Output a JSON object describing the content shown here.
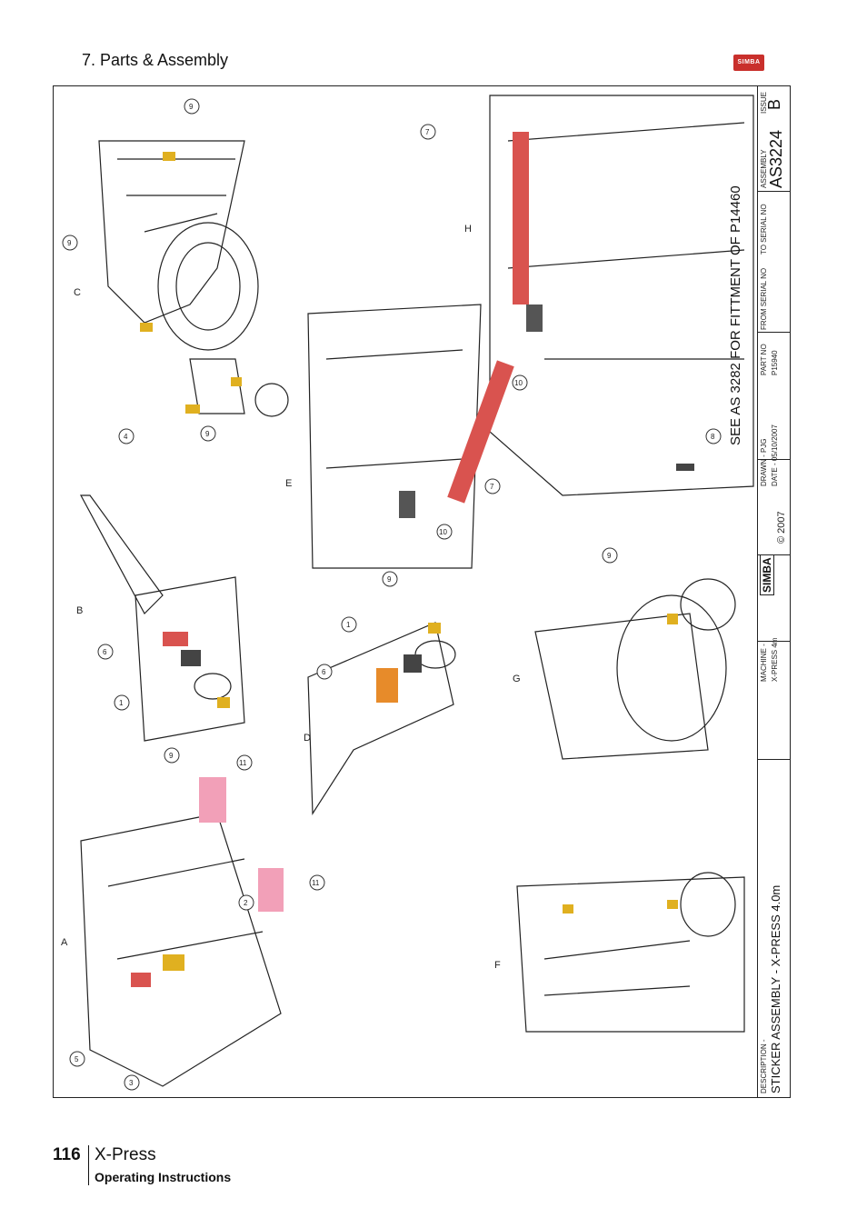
{
  "header": {
    "section_title": "7. Parts & Assembly",
    "logo_text": "SIMBA"
  },
  "drawing": {
    "view_labels": [
      "A",
      "B",
      "C",
      "D",
      "E",
      "F",
      "G",
      "H"
    ],
    "callouts": [
      "9",
      "9",
      "4",
      "9",
      "6",
      "1",
      "9",
      "11",
      "11",
      "2",
      "5",
      "3",
      "1",
      "6",
      "9",
      "10",
      "7",
      "7",
      "10",
      "8",
      "9"
    ]
  },
  "title_block": {
    "issue_label": "ISSUE",
    "issue": "B",
    "assembly_label": "ASSEMBLY",
    "assembly": "AS3224",
    "note": "SEE AS 3282 FOR FITTMENT OF P14460",
    "to_serial_label": "TO SERIAL NO",
    "from_serial_label": "FROM SERIAL NO",
    "part_no_label": "PART NO",
    "part_no": "P15940",
    "drawn_label": "DRAWN - PJG",
    "date_label": "DATE - 05/10/2007",
    "copyright": "© 2007",
    "simba": "SIMBA",
    "machine_label": "MACHINE -",
    "machine": "X-PRESS 4m",
    "description_label": "DESCRIPTION -",
    "description": "STICKER ASSEMBLY - X-PRESS 4.0m"
  },
  "footer": {
    "page_number": "116",
    "product": "X-Press",
    "subtitle": "Operating Instructions"
  },
  "colors": {
    "sticker_red": "#d9534f",
    "sticker_yellow": "#e0b020",
    "sticker_pink": "#f2a0b8",
    "line": "#222222"
  }
}
